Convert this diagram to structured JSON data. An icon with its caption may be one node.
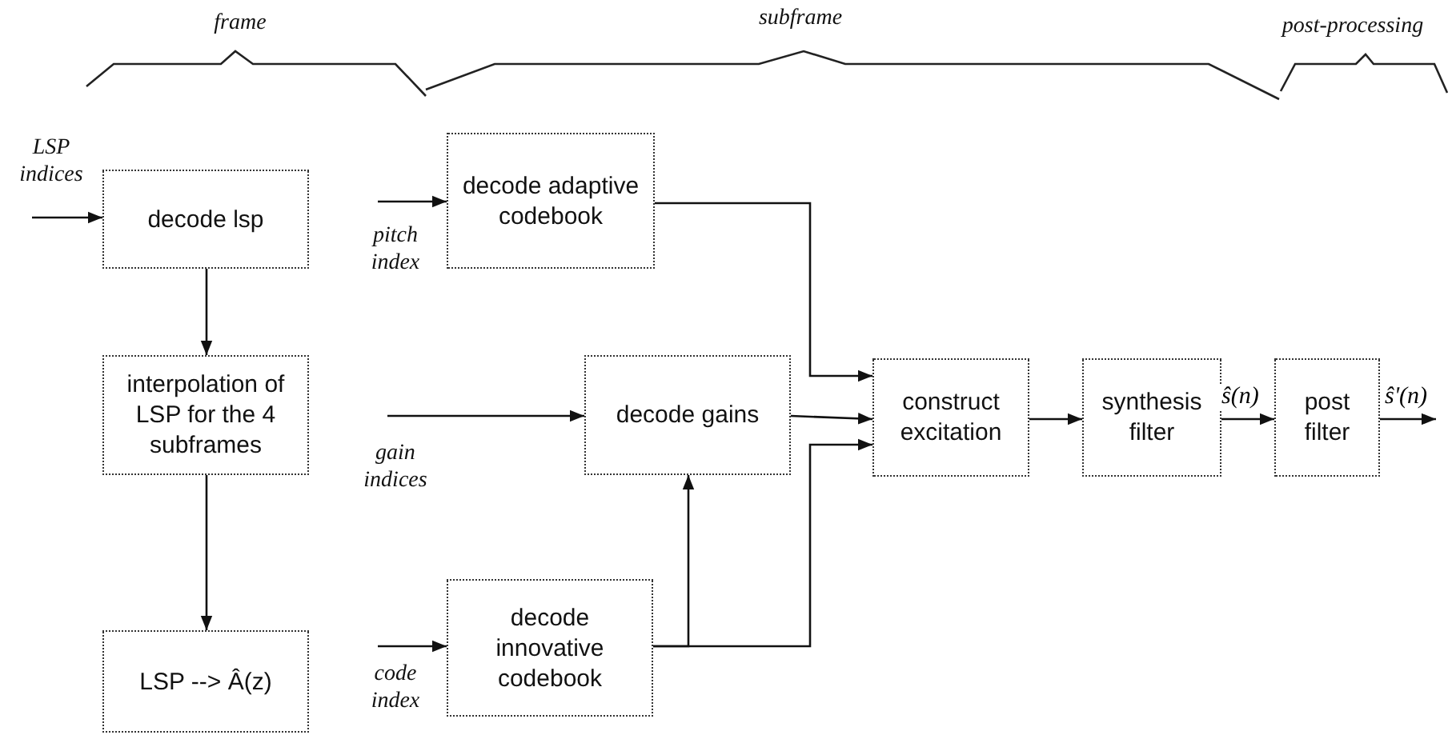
{
  "diagram": {
    "nodes": [
      {
        "text": [
          "decode lsp"
        ]
      },
      {
        "text": [
          "interpolation of LSP for the 4 subframes"
        ]
      },
      {
        "text": [
          "LSP --> Â(z)"
        ]
      },
      {
        "text": [
          "decode adaptive codebook"
        ]
      },
      {
        "text": [
          "decode gains"
        ]
      },
      {
        "text": [
          "decode innovative codebook"
        ]
      },
      {
        "text": [
          "construct excitation"
        ]
      },
      {
        "text": [
          "synthesis filter"
        ]
      },
      {
        "text": [
          "post filter"
        ]
      }
    ],
    "edges": [
      {
        "from": null,
        "to": 0,
        "arrow": "to"
      },
      {
        "from": 0,
        "to": 1,
        "arrow": "to"
      },
      {
        "from": 1,
        "to": 2,
        "arrow": "to"
      },
      {
        "from": null,
        "to": 3,
        "arrow": "to"
      },
      {
        "from": null,
        "to": 4,
        "arrow": "to"
      },
      {
        "from": null,
        "to": 5,
        "arrow": "to"
      },
      {
        "from": 3,
        "to": 6,
        "arrow": "to"
      },
      {
        "from": 4,
        "to": 6,
        "arrow": "to"
      },
      {
        "from": 5,
        "to": 6,
        "arrow": "to"
      },
      {
        "from": 5,
        "to": 4,
        "arrow": "to"
      },
      {
        "from": 6,
        "to": 7,
        "arrow": "to"
      },
      {
        "from": 7,
        "to": 8,
        "label": "ŝ(n)",
        "arrow": "to"
      },
      {
        "from": 8,
        "to": null,
        "label": "ŝ'(n)",
        "arrow": "to"
      }
    ],
    "labels": [
      "frame",
      "subframe",
      "post-processing",
      "LSP indices",
      "pitch index",
      "gain indices",
      "code index"
    ]
  }
}
